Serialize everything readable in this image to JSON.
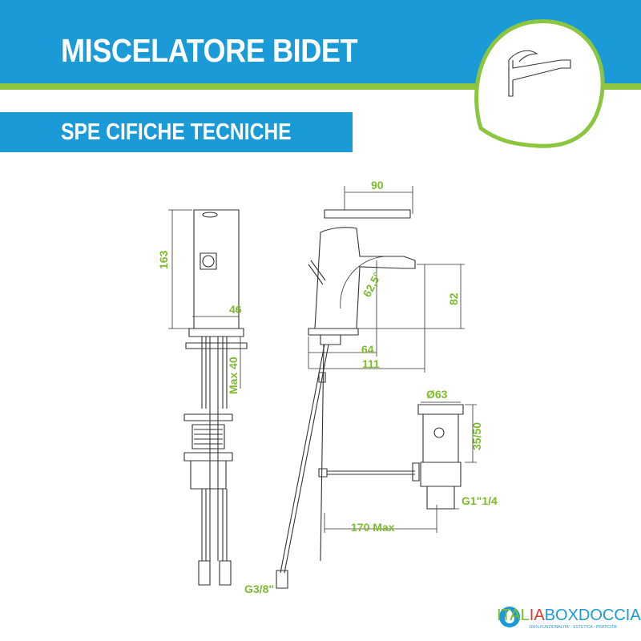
{
  "header": {
    "title": "MISCELATORE BIDET",
    "subtitle": "SPE CIFICHE TECNICHE"
  },
  "dimensions": {
    "height": "163",
    "width_base": "46",
    "max_thickness": "Max 40",
    "lever_length": "90",
    "angle": "62,5°",
    "spout_height": "82",
    "base_depth": "64",
    "spout_reach": "111",
    "drain_diameter": "Ø63",
    "drain_height": "35/50",
    "drain_thread": "G1\"1/4",
    "rod_length": "170 Max",
    "hose_thread": "G3/8\""
  },
  "logo": {
    "part1": "ITAL",
    "part2": "IA",
    "part3": "BOXDOCCIA",
    "tagline": "100% FUNZIONALITA' - ESTETICA - PRATICITA'"
  },
  "colors": {
    "blue": "#1a9bd7",
    "green": "#8cc63f",
    "label": "#7dbb2f"
  }
}
